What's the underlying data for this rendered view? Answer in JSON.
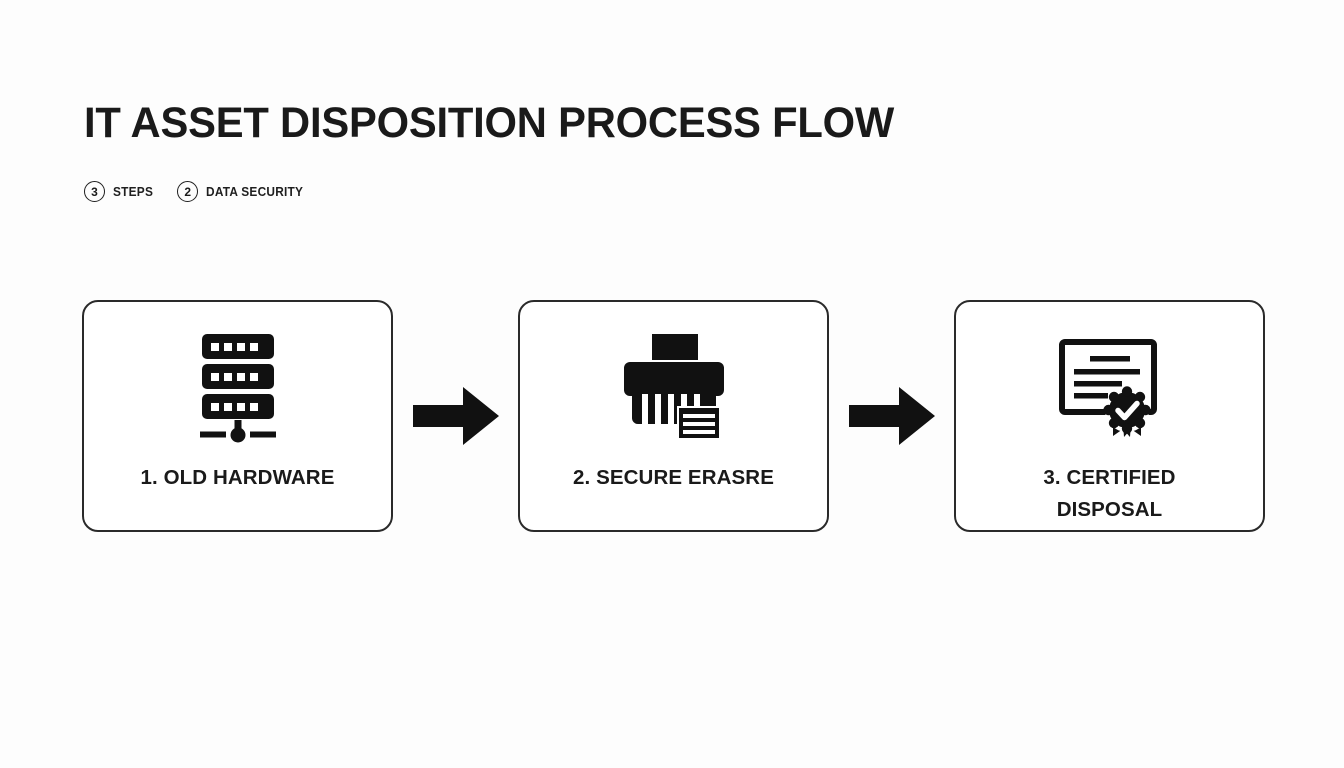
{
  "page": {
    "background_color": "#fdfdfd",
    "ink_color": "#1a1a1a"
  },
  "header": {
    "title": "IT ASSET DISPOSITION PROCESS FLOW",
    "badges": [
      {
        "count": "3",
        "label": "STEPS"
      },
      {
        "count": "2",
        "label": "DATA SECURITY"
      }
    ]
  },
  "flow": {
    "arrow_between_label": "arrow-right",
    "steps": [
      {
        "number": "1",
        "label": "1. OLD HARDWARE",
        "icon": "server-rack-icon"
      },
      {
        "number": "2",
        "label": "2. SECURE ERASRE",
        "icon": "shredder-icon"
      },
      {
        "number": "3",
        "label": "3. CERTIFIED\nDISPOSAL",
        "icon": "certificate-seal-icon"
      }
    ]
  }
}
